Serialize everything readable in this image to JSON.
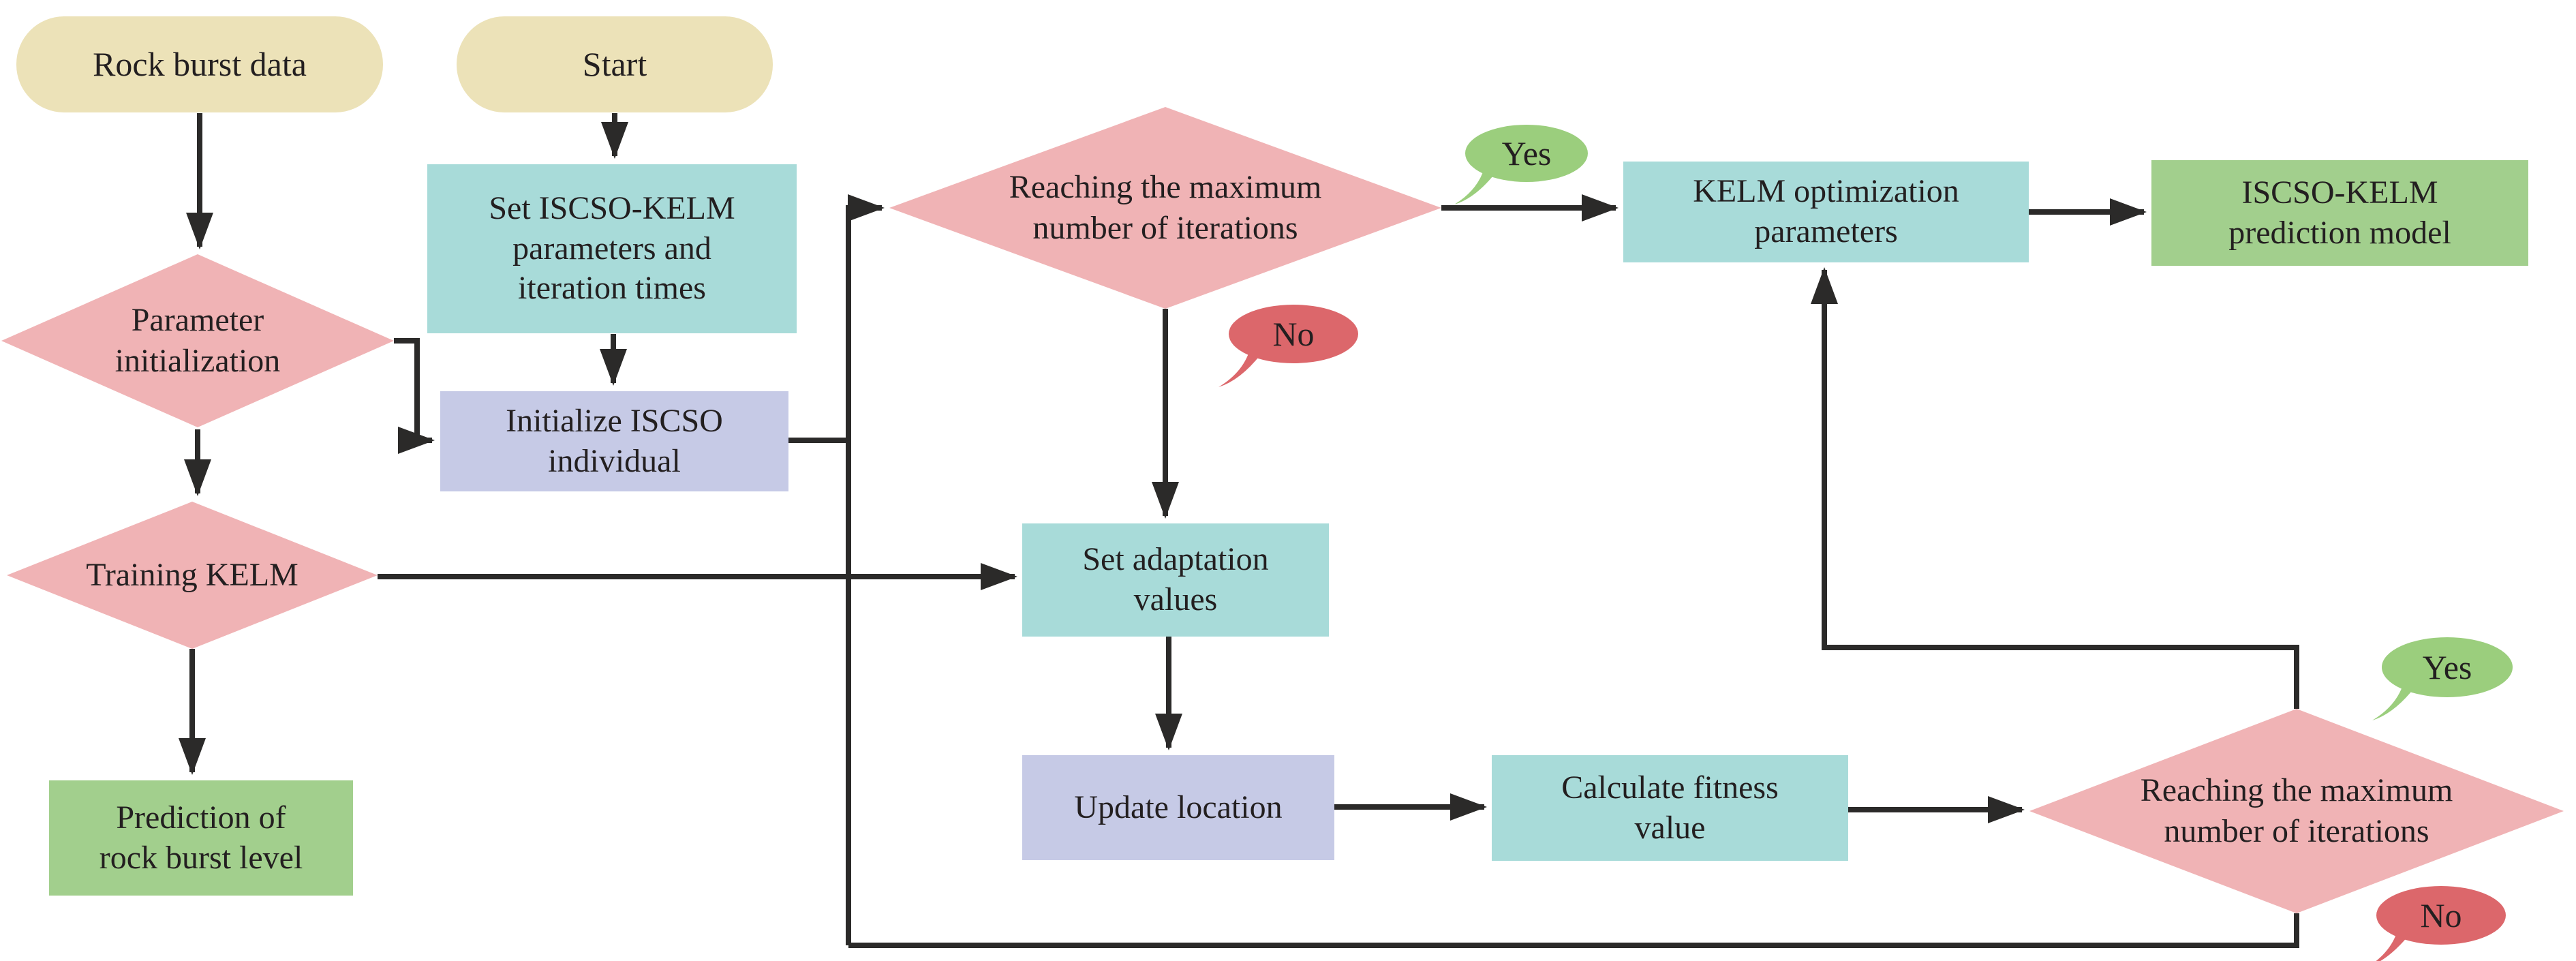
{
  "palette": {
    "terminal_tan": "#ece2b8",
    "process_teal": "#a8dbd9",
    "process_lavender": "#c6cae6",
    "result_green": "#a2cf8d",
    "decision_pink": "#f0b3b5",
    "yes_bubble_green": "#9bce7d",
    "no_bubble_red": "#dc676b",
    "line_color": "#2b2a29",
    "text_color": "#231f20"
  },
  "nodes": {
    "rock_burst_data": {
      "label": "Rock burst data",
      "type": "terminal"
    },
    "start": {
      "label": "Start",
      "type": "terminal"
    },
    "parameter_initialization": {
      "label": "Parameter\ninitialization",
      "type": "decision"
    },
    "set_parameters": {
      "label": "Set ISCSO-KELM\nparameters and\niteration times",
      "type": "process"
    },
    "initialize_individual": {
      "label": "Initialize ISCSO\nindividual",
      "type": "process"
    },
    "training_kelm": {
      "label": "Training KELM",
      "type": "decision"
    },
    "prediction_of_level": {
      "label": "Prediction of\nrock burst level",
      "type": "result"
    },
    "reaching_max_iterations_1": {
      "label": "Reaching the maximum\nnumber of iterations",
      "type": "decision"
    },
    "kelm_optimization_parameters": {
      "label": "KELM optimization\nparameters",
      "type": "process"
    },
    "iscso_kelm_prediction_model": {
      "label": "ISCSO-KELM\nprediction model",
      "type": "result"
    },
    "set_adaptation_values": {
      "label": "Set adaptation\nvalues",
      "type": "process"
    },
    "update_location": {
      "label": "Update location",
      "type": "process"
    },
    "calculate_fitness_value": {
      "label": "Calculate fitness\nvalue",
      "type": "process"
    },
    "reaching_max_iterations_2": {
      "label": "Reaching the maximum\nnumber of iterations",
      "type": "decision"
    }
  },
  "branch_labels": {
    "decision1_yes": "Yes",
    "decision1_no": "No",
    "decision2_yes": "Yes",
    "decision2_no": "No"
  }
}
